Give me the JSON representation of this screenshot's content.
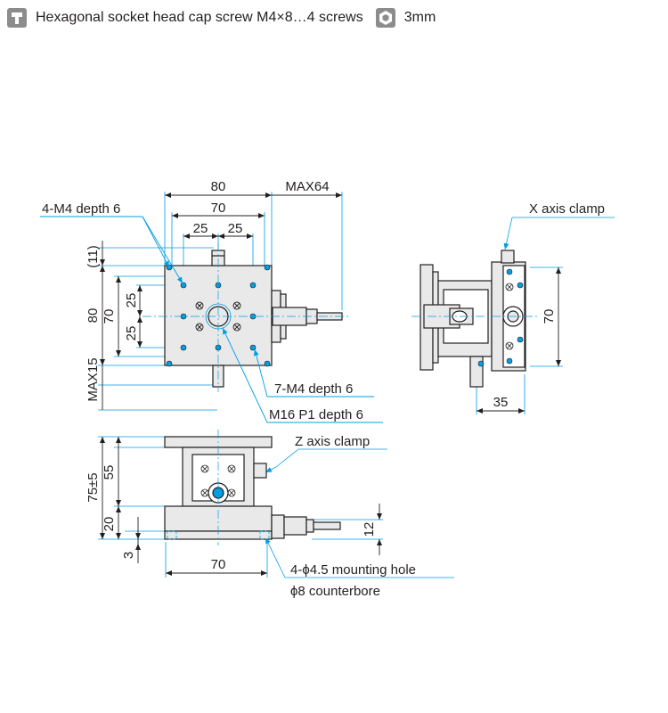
{
  "legend": {
    "screw_icon": "socket-screw-icon",
    "screw_text": "Hexagonal socket head cap screw M4×8…4 screws",
    "hex_icon": "hex-key-icon",
    "hex_text": "3mm"
  },
  "top_view": {
    "dim_80": "80",
    "dim_70": "70",
    "dim_25a": "25",
    "dim_25b": "25",
    "dim_max64": "MAX64",
    "dim_11": "(11)",
    "dim_80v": "80",
    "dim_70v": "70",
    "dim_25v_a": "25",
    "dim_25v_b": "25",
    "dim_max15": "MAX15",
    "label_4m4": "4-M4 depth 6",
    "label_7m4": "7-M4 depth 6",
    "label_m16": "M16 P1 depth 6"
  },
  "side_view": {
    "label_xclamp": "X axis clamp",
    "dim_70": "70",
    "dim_35": "35"
  },
  "front_view": {
    "label_zclamp": "Z axis clamp",
    "dim_75": "75±5",
    "dim_55": "55",
    "dim_20": "20",
    "dim_3": "3",
    "dim_12": "12",
    "dim_70": "70",
    "label_hole": "4-ϕ4.5 mounting hole",
    "label_bore": "ϕ8 counterbore"
  },
  "colors": {
    "line": "#231f20",
    "accent": "#009fe3",
    "part_fill": "#e9e9e9",
    "icon_gray": "#8c8c8c"
  }
}
